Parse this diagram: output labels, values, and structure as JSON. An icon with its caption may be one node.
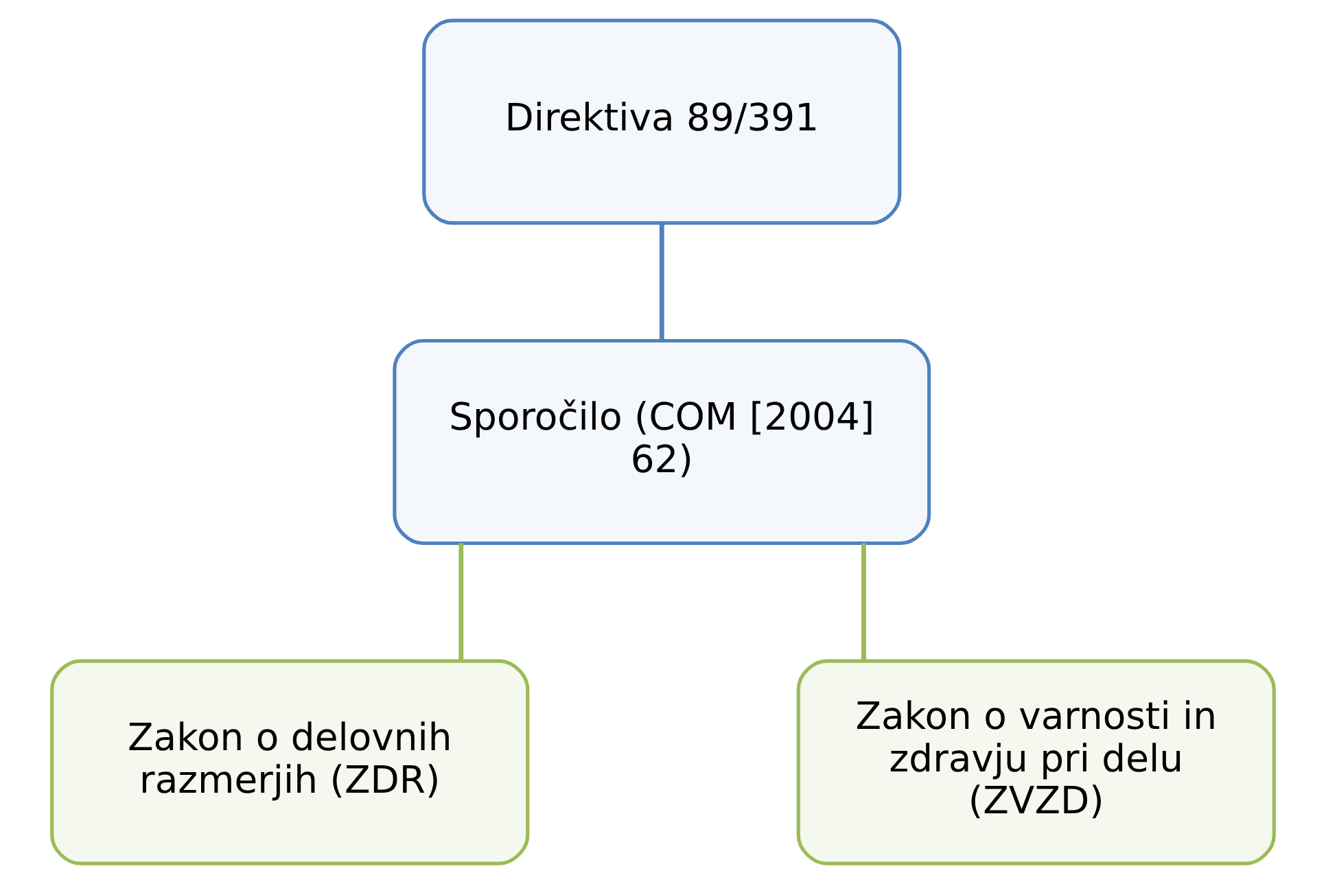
{
  "diagram": {
    "nodes": [
      {
        "text": [
          "Direktiva 89/391"
        ]
      },
      {
        "text": [
          "Sporočilo (COM [2004] 62)"
        ]
      },
      {
        "text": [
          "Zakon o delovnih razmerjih (ZDR)"
        ]
      },
      {
        "text": [
          "Zakon o varnosti in zdravju pri delu (ZVZD)"
        ]
      }
    ],
    "edges": [
      {
        "from": 0,
        "to": 1,
        "arrow": "none",
        "color": "#4f81bd"
      },
      {
        "from": 1,
        "to": 2,
        "arrow": "none"
      },
      {
        "from": 1,
        "to": 3,
        "arrow": "none"
      }
    ]
  }
}
